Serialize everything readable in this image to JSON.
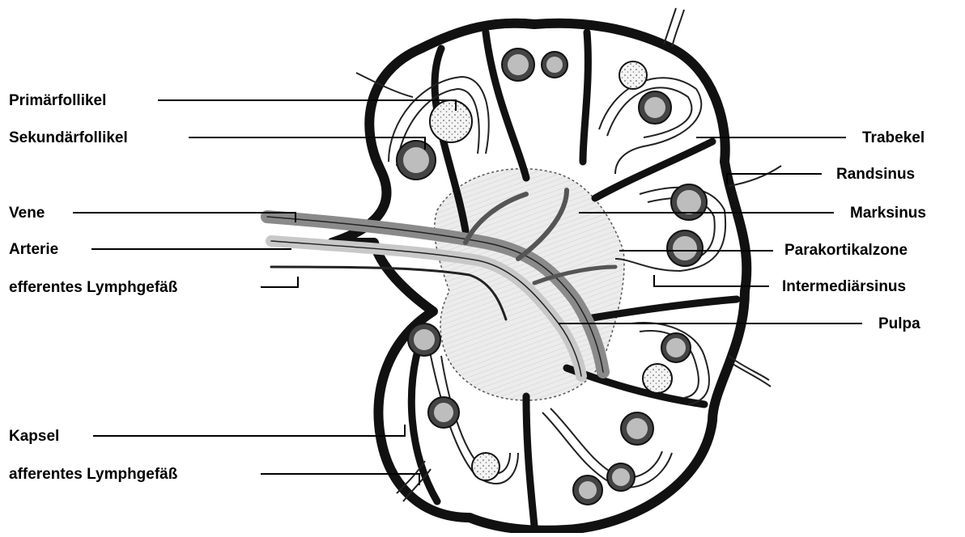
{
  "labels": {
    "primaerfollikel": "Primärfollikel",
    "sekundaerfollikel": "Sekundärfollikel",
    "vene": "Vene",
    "arterie": "Arterie",
    "efferentes": "efferentes Lymphgefäß",
    "kapsel": "Kapsel",
    "afferentes": "afferentes Lymphgefäß",
    "trabekel": "Trabekel",
    "randsinus": "Randsinus",
    "marksinus": "Marksinus",
    "parakortikalzone": "Parakortikalzone",
    "intermediaersinus": "Intermediärsinus",
    "pulpa": "Pulpa"
  }
}
